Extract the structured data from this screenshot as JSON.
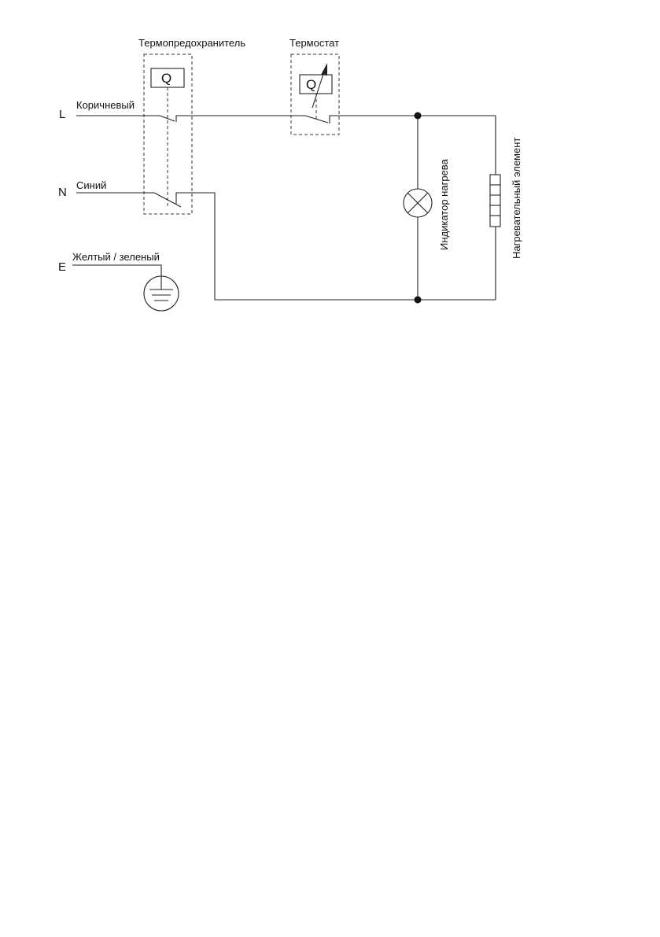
{
  "terminals": {
    "live": "L",
    "neutral": "N",
    "earth": "E"
  },
  "wires": {
    "live": "Коричневый",
    "neutral": "Синий",
    "earth": "Желтый / зеленый"
  },
  "components": {
    "thermal_fuse": {
      "title": "Термопредохранитель",
      "symbol": "Q"
    },
    "thermostat": {
      "title": "Термостат",
      "symbol": "Q"
    },
    "indicator": {
      "label": "Индикатор нагрева"
    },
    "heater": {
      "label": "Нагревательный элемент"
    }
  }
}
